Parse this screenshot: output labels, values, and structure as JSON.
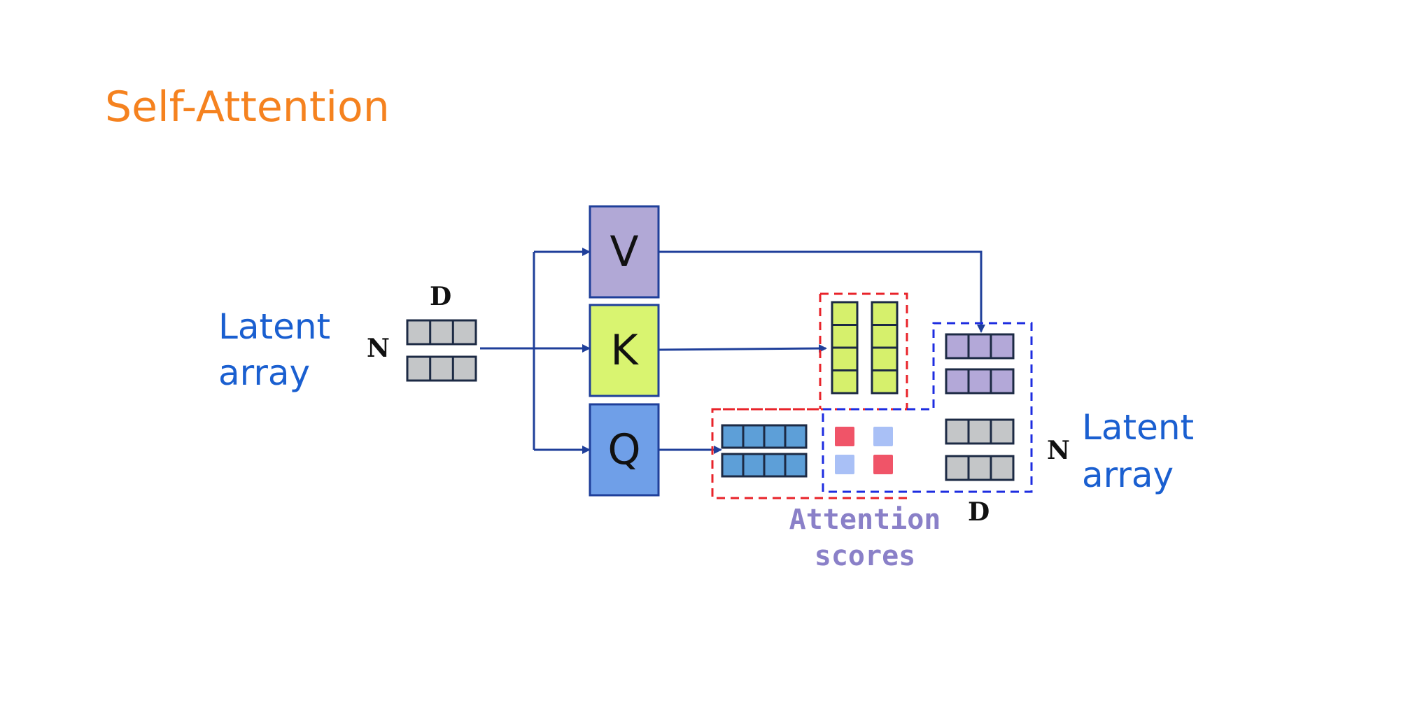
{
  "title": "Self-Attention",
  "input_label": {
    "line1": "Latent",
    "line2": "array"
  },
  "input_dims": {
    "rows": "N",
    "cols": "D"
  },
  "boxes": {
    "v": "V",
    "k": "K",
    "q": "Q"
  },
  "output_label": {
    "line1": "Latent",
    "line2": "array"
  },
  "output_dims": {
    "rows": "N",
    "cols": "D"
  },
  "scores_label": {
    "line1": "Attention",
    "line2": "scores"
  },
  "colors": {
    "title": "#f5821f",
    "label_blue": "#1a5fd0",
    "scores_purple": "#8a80c8",
    "v_fill": "#b1a8d6",
    "k_fill": "#d9f470",
    "q_fill": "#6f9fe8",
    "gray_cell": "#c4c6c8",
    "blue_cell": "#5d9fd8",
    "purple_cell": "#b3a8d8",
    "green_cell": "#d6f06c",
    "arrow": "#1f3f9a",
    "red_dash": "#e8232a",
    "blue_dash": "#1d2ce0",
    "score_red": "#f05468",
    "score_lightblue": "#a9c0f6"
  }
}
